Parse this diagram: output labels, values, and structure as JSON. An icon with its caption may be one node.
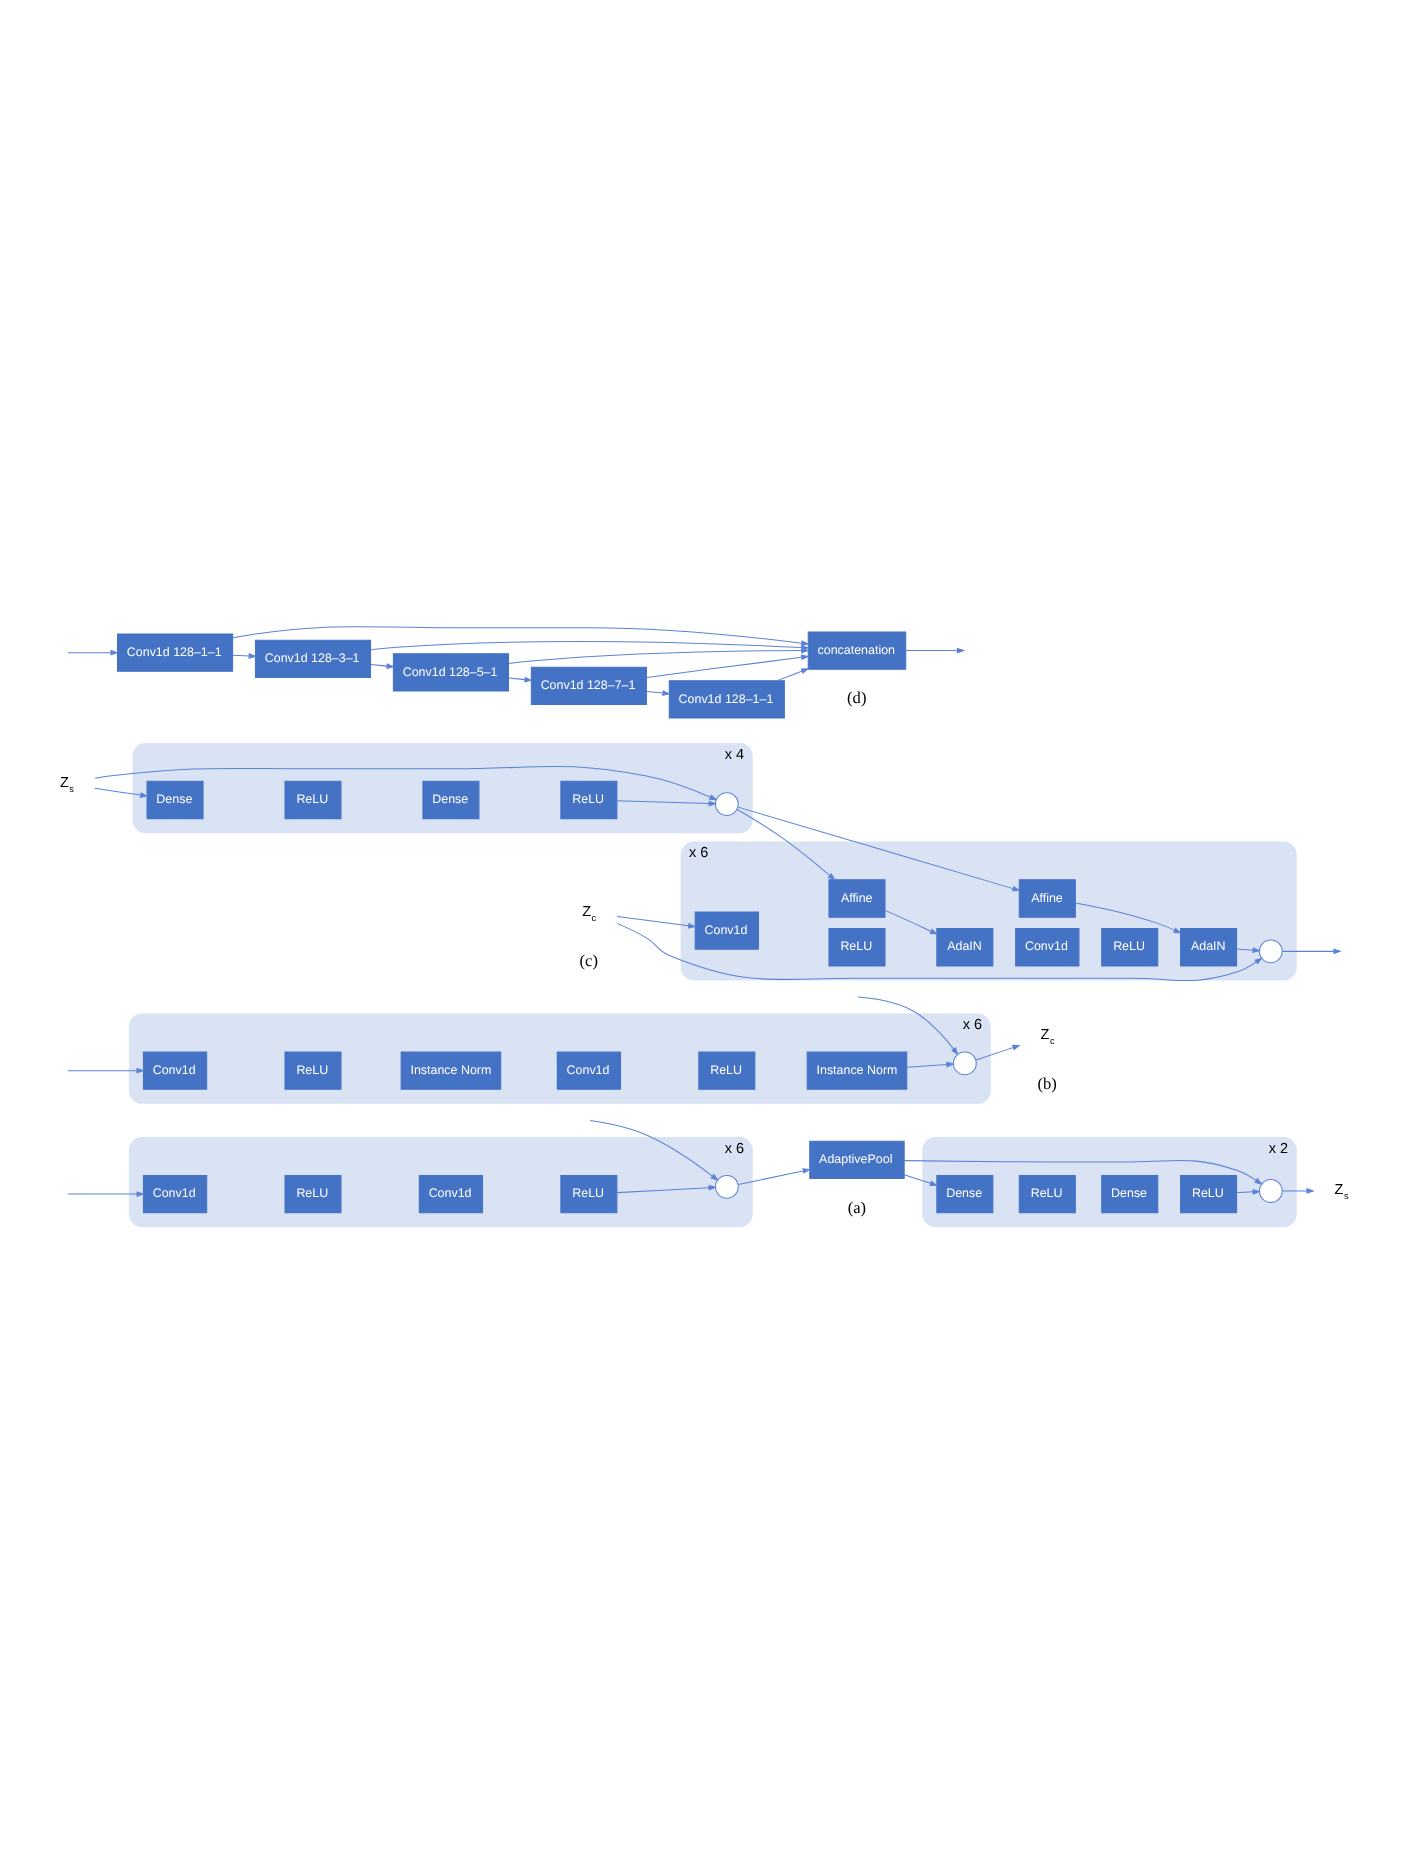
{
  "diagram": {
    "nodes": [
      {
        "text": [
          "x 6"
        ]
      },
      {
        "text": [
          "Conv1d"
        ],
        "in": 0
      },
      {
        "text": [
          "ReLU"
        ],
        "in": 0
      },
      {
        "text": [
          "Conv1d"
        ],
        "in": 0
      },
      {
        "text": [
          "ReLU"
        ],
        "in": 0
      },
      {
        "text": [],
        "shape": "circle",
        "in": 0
      },
      {
        "text": [
          "AdaptivePool"
        ]
      },
      {
        "text": [
          "x 2"
        ]
      },
      {
        "text": [
          "Dense"
        ],
        "in": 7
      },
      {
        "text": [
          "ReLU"
        ],
        "in": 7
      },
      {
        "text": [
          "Dense"
        ],
        "in": 7
      },
      {
        "text": [
          "ReLU"
        ],
        "in": 7
      },
      {
        "text": [],
        "shape": "circle",
        "in": 7
      },
      {
        "text": [
          "Z$_{s}$"
        ]
      },
      {
        "text": [
          "x 6"
        ]
      },
      {
        "text": [
          "Conv1d"
        ],
        "in": 14
      },
      {
        "text": [
          "ReLU"
        ],
        "in": 14
      },
      {
        "text": [
          "Instance Norm"
        ],
        "in": 14
      },
      {
        "text": [
          "Conv1d"
        ],
        "in": 14
      },
      {
        "text": [
          "ReLU"
        ],
        "in": 14
      },
      {
        "text": [
          "Instance Norm"
        ],
        "in": 14
      },
      {
        "text": [],
        "shape": "circle",
        "in": 14
      },
      {
        "text": [
          "Z$_{c}$"
        ]
      },
      {
        "text": [
          "Z$_{s}$"
        ]
      },
      {
        "text": [
          "x 4"
        ]
      },
      {
        "text": [
          "Dense"
        ],
        "in": 24
      },
      {
        "text": [
          "ReLU"
        ],
        "in": 24
      },
      {
        "text": [
          "Dense"
        ],
        "in": 24
      },
      {
        "text": [
          "ReLU"
        ],
        "in": 24
      },
      {
        "text": [],
        "shape": "circle",
        "in": 24
      },
      {
        "text": [
          "x 6"
        ]
      },
      {
        "text": [
          "Affine"
        ],
        "in": 30
      },
      {
        "text": [
          "Affine"
        ],
        "in": 30
      },
      {
        "text": [
          "Z$_{c}$"
        ]
      },
      {
        "text": [
          "Conv1d"
        ],
        "in": 30
      },
      {
        "text": [
          "ReLU"
        ],
        "in": 30
      },
      {
        "text": [
          "AdaIN"
        ],
        "in": 30
      },
      {
        "text": [
          "Conv1d"
        ],
        "in": 30
      },
      {
        "text": [
          "ReLU"
        ],
        "in": 30
      },
      {
        "text": [
          "AdaIN"
        ],
        "in": 30
      },
      {
        "text": [],
        "shape": "circle",
        "in": 30
      },
      {
        "text": [
          "Conv1d 128–1–1"
        ]
      },
      {
        "text": [
          "Conv1d 128–3–1"
        ]
      },
      {
        "text": [
          "Conv1d 128–5–1"
        ]
      },
      {
        "text": [
          "Conv1d 128–7–1"
        ]
      },
      {
        "text": [
          "Conv1d 128–1–1"
        ]
      },
      {
        "text": [
          "concatenation"
        ]
      }
    ],
    "edges": [
      {
        "from": null,
        "to": 1,
        "arrow": "to"
      },
      {
        "from": null,
        "to": 5,
        "arrow": "to"
      },
      {
        "from": 4,
        "to": 5,
        "arrow": "to"
      },
      {
        "from": 5,
        "to": 6,
        "arrow": "to"
      },
      {
        "from": 6,
        "to": 8,
        "arrow": "to"
      },
      {
        "from": 6,
        "to": 12,
        "arrow": "to"
      },
      {
        "from": 11,
        "to": 12,
        "arrow": "to"
      },
      {
        "from": 12,
        "to": 13,
        "arrow": "to"
      },
      {
        "from": null,
        "to": 15,
        "arrow": "to"
      },
      {
        "from": null,
        "to": 21,
        "arrow": "to"
      },
      {
        "from": 20,
        "to": 21,
        "arrow": "to"
      },
      {
        "from": 21,
        "to": 22,
        "arrow": "to"
      },
      {
        "from": 23,
        "to": 25,
        "arrow": "to"
      },
      {
        "from": 23,
        "to": 29,
        "arrow": "to"
      },
      {
        "from": 28,
        "to": 29,
        "arrow": "to"
      },
      {
        "from": 29,
        "to": 31,
        "arrow": "to"
      },
      {
        "from": 29,
        "to": 32,
        "arrow": "to"
      },
      {
        "from": 31,
        "to": 36,
        "arrow": "to"
      },
      {
        "from": 32,
        "to": 39,
        "arrow": "to"
      },
      {
        "from": 33,
        "to": 34,
        "arrow": "to"
      },
      {
        "from": 33,
        "to": 40,
        "arrow": "to"
      },
      {
        "from": 39,
        "to": 40,
        "arrow": "to"
      },
      {
        "from": 40,
        "to": null,
        "arrow": "to"
      },
      {
        "from": null,
        "to": 41,
        "arrow": "to"
      },
      {
        "from": 41,
        "to": 42,
        "arrow": "to"
      },
      {
        "from": 42,
        "to": 43,
        "arrow": "to"
      },
      {
        "from": 43,
        "to": 44,
        "arrow": "to"
      },
      {
        "from": 44,
        "to": 45,
        "arrow": "to"
      },
      {
        "from": 41,
        "to": 46,
        "arrow": "to"
      },
      {
        "from": 42,
        "to": 46,
        "arrow": "to"
      },
      {
        "from": 43,
        "to": 46,
        "arrow": "to"
      },
      {
        "from": 44,
        "to": 46,
        "arrow": "to"
      },
      {
        "from": 45,
        "to": 46,
        "arrow": "to"
      },
      {
        "from": 46,
        "to": null,
        "arrow": "to"
      }
    ],
    "labels": [
      "(a)",
      "(b)",
      "(c)",
      "(d)"
    ]
  }
}
